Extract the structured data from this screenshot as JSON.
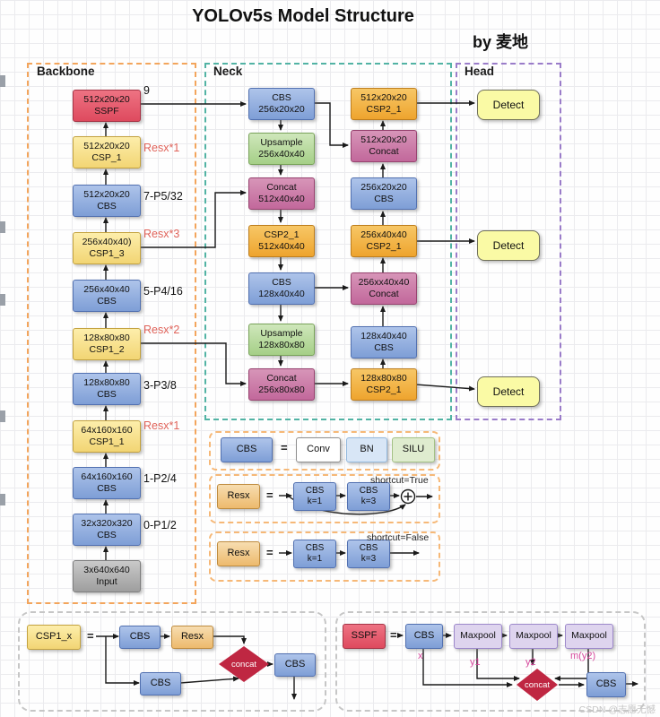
{
  "page": {
    "title": "YOLOv5s Model Structure",
    "byline": "by 麦地",
    "watermark": "CSDN @志愿无憾"
  },
  "sections": {
    "backbone_label": "Backbone",
    "neck_label": "Neck",
    "head_label": "Head"
  },
  "backbone": {
    "nodes": [
      {
        "text": "512x20x20\nSSPF"
      },
      {
        "text": "512x20x20\nCSP_1"
      },
      {
        "text": "512x20x20\nCBS"
      },
      {
        "text": "256x40x40)\nCSP1_3"
      },
      {
        "text": "256x40x40\nCBS"
      },
      {
        "text": "128x80x80\nCSP1_2"
      },
      {
        "text": "128x80x80\nCBS"
      },
      {
        "text": "64x160x160\nCSP1_1"
      },
      {
        "text": "64x160x160\nCBS"
      },
      {
        "text": "32x320x320\nCBS"
      },
      {
        "text": "3x640x640\nInput"
      }
    ],
    "labels": [
      {
        "text": "9"
      },
      {
        "text": "Resx*1"
      },
      {
        "text": "7-P5/32"
      },
      {
        "text": "Resx*3"
      },
      {
        "text": "5-P4/16"
      },
      {
        "text": "Resx*2"
      },
      {
        "text": "3-P3/8"
      },
      {
        "text": "Resx*1"
      },
      {
        "text": "1-P2/4"
      },
      {
        "text": "0-P1/2"
      }
    ]
  },
  "neck": {
    "left": [
      {
        "text": "CBS\n256x20x20"
      },
      {
        "text": "Upsample\n256x40x40"
      },
      {
        "text": "Concat\n512x40x40"
      },
      {
        "text": "CSP2_1\n512x40x40"
      },
      {
        "text": "CBS\n128x40x40"
      },
      {
        "text": "Upsample\n128x80x80"
      },
      {
        "text": "Concat\n256x80x80"
      }
    ],
    "right": [
      {
        "text": "512x20x20\nCSP2_1"
      },
      {
        "text": "512x20x20\nConcat"
      },
      {
        "text": "256x20x20\nCBS"
      },
      {
        "text": "256x40x40\nCSP2_1"
      },
      {
        "text": "256xx40x40\nConcat"
      },
      {
        "text": "128x40x40\nCBS"
      },
      {
        "text": "128x80x80\nCSP2_1"
      }
    ]
  },
  "head": {
    "detect": [
      "Detect",
      "Detect",
      "Detect"
    ]
  },
  "legend_cbs": {
    "cbs": "CBS",
    "eq": "=",
    "conv": "Conv",
    "bn": "BN",
    "silu": "SILU"
  },
  "legend_resx_true": {
    "resx": "Resx",
    "eq": "=",
    "cbs1": "CBS\nk=1",
    "cbs2": "CBS\nk=3",
    "note": "shortcut=True"
  },
  "legend_resx_false": {
    "resx": "Resx",
    "eq": "=",
    "cbs1": "CBS\nk=1",
    "cbs2": "CBS\nk=3",
    "note": "shortcut=False"
  },
  "legend_csp1": {
    "name": "CSP1_x",
    "eq": "=",
    "cbs_top": "CBS",
    "resx": "Resx",
    "cbs_bottom": "CBS",
    "concat": "concat",
    "cbs_out": "CBS"
  },
  "legend_sspf": {
    "name": "SSPF",
    "eq": "=",
    "cbs_in": "CBS",
    "mp1": "Maxpool",
    "mp2": "Maxpool",
    "mp3": "Maxpool",
    "x": "x",
    "y1": "y1",
    "y2": "y2",
    "my2": "m(y2)",
    "concat": "concat",
    "cbs_out": "CBS"
  }
}
